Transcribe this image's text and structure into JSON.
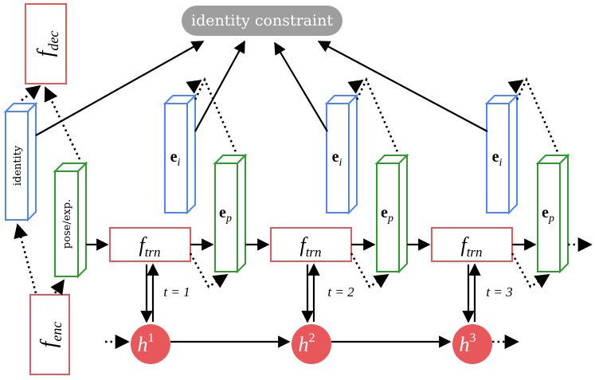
{
  "identity_constraint": "identity constraint",
  "f_dec": {
    "base": "f",
    "sub": "dec"
  },
  "f_enc": {
    "base": "f",
    "sub": "enc"
  },
  "f_trn": {
    "base": "f",
    "sub": "trn"
  },
  "identity_label": "identity",
  "pose_label": "pose/exp.",
  "e_i": {
    "base": "e",
    "sub": "i"
  },
  "e_p": {
    "base": "e",
    "sub": "p"
  },
  "timesteps": [
    "t = 1",
    "t = 2",
    "t = 3"
  ],
  "hidden": [
    {
      "base": "h",
      "sup": "1"
    },
    {
      "base": "h",
      "sup": "2"
    },
    {
      "base": "h",
      "sup": "3"
    }
  ],
  "colors": {
    "red": "#e8585a",
    "blue": "#4f86f7",
    "green": "#2f9a2f",
    "gray": "#9e9e9e"
  }
}
